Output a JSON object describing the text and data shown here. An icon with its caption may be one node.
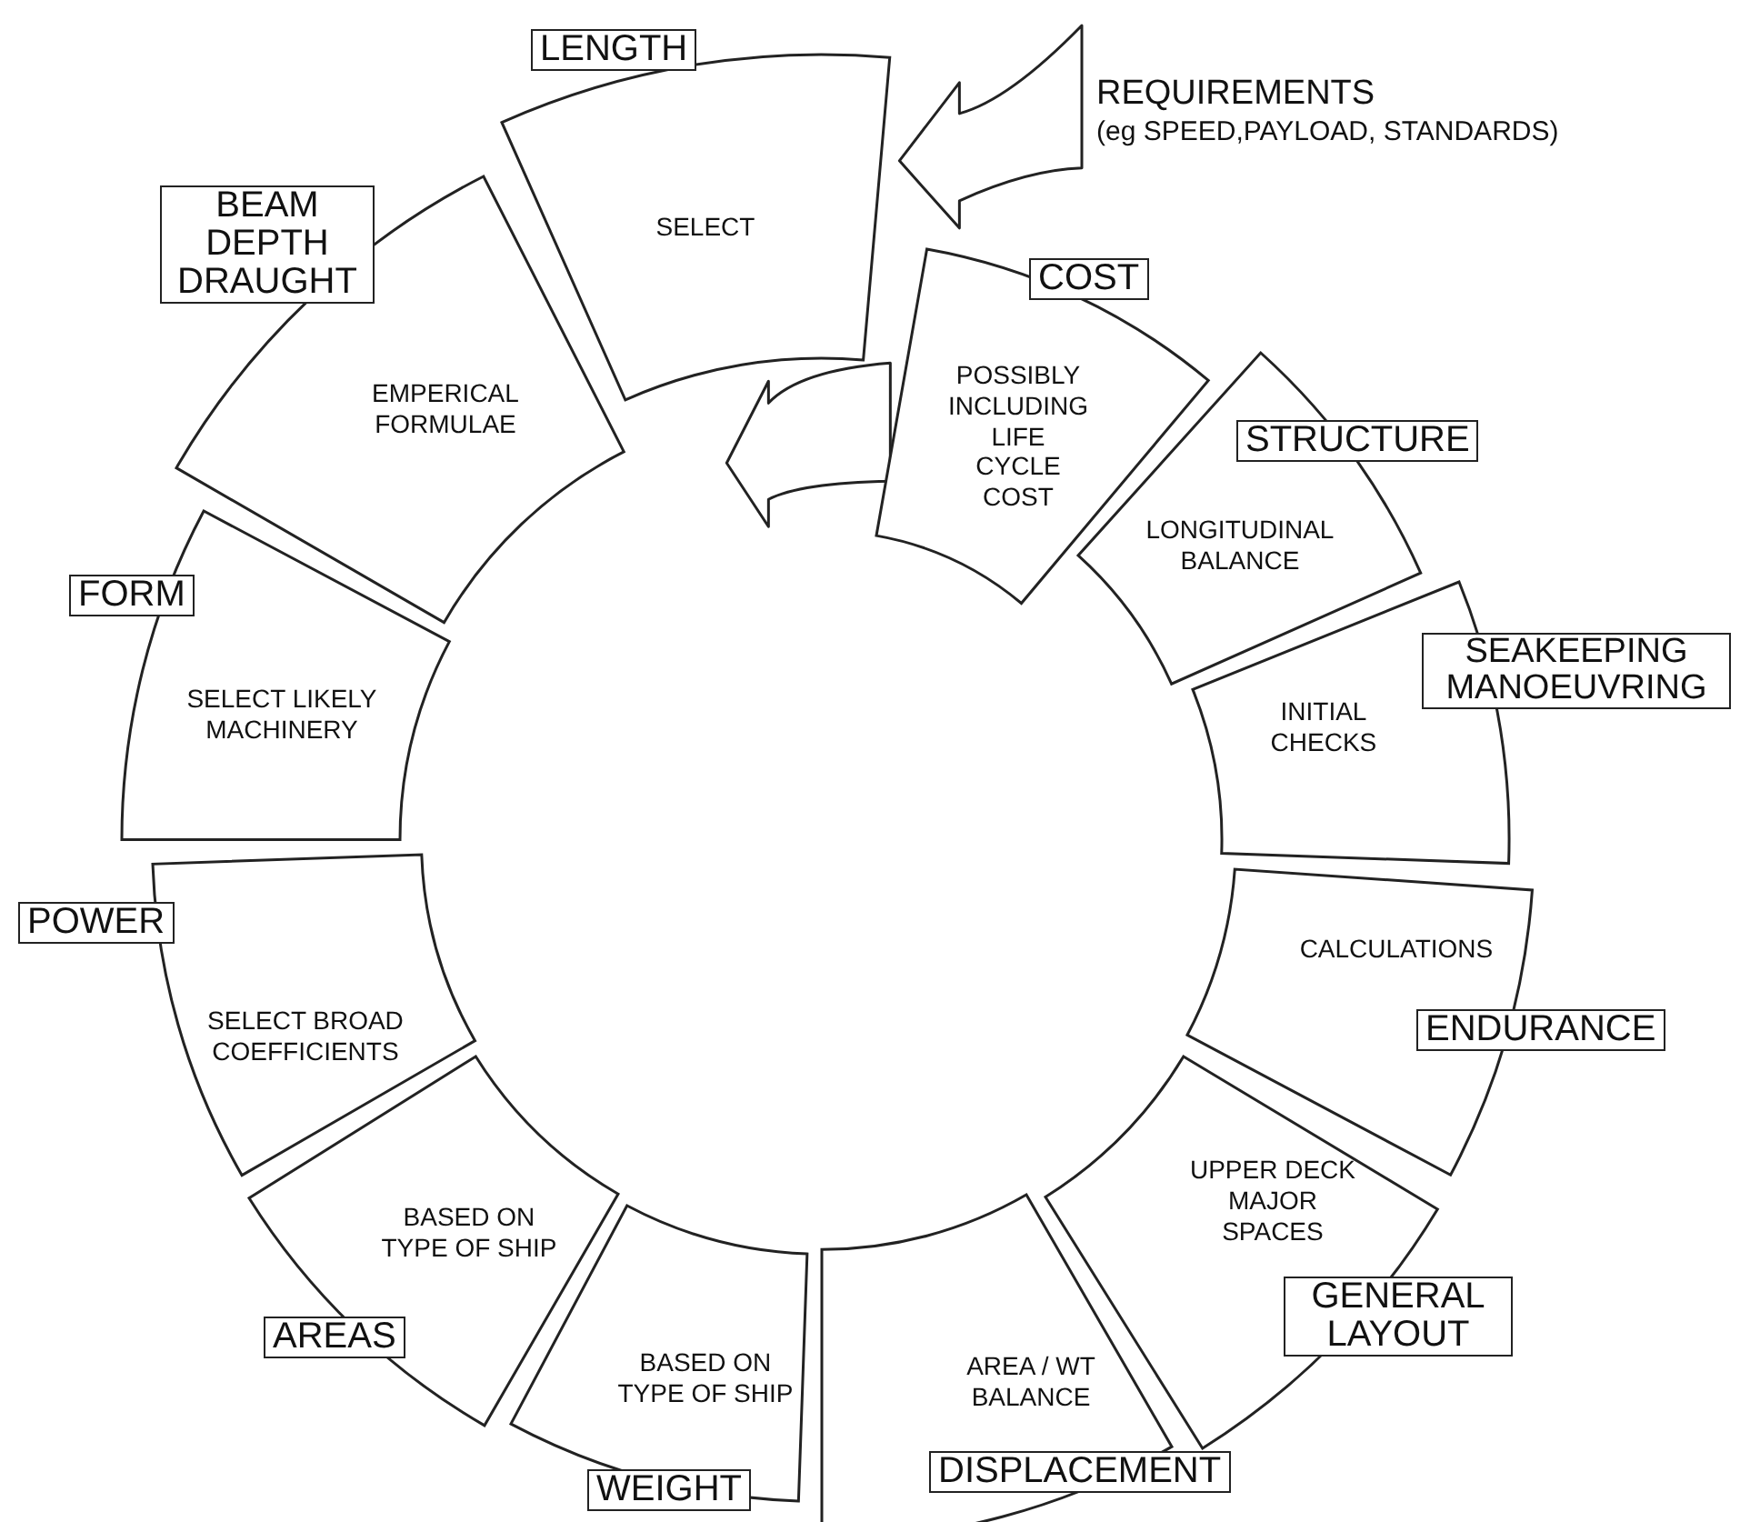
{
  "diagram": {
    "nodes": [
      {
        "text": [
          "LENGTH"
        ]
      },
      {
        "text": [
          "SELECT"
        ]
      },
      {
        "text": [
          "REQUIREMENTS",
          "(eg SPEED,PAYLOAD, STANDARDS)"
        ]
      },
      {
        "text": [
          "COST"
        ]
      },
      {
        "text": [
          "POSSIBLY INCLUDING LIFE CYCLE COST"
        ]
      },
      {
        "text": [
          "STRUCTURE"
        ]
      },
      {
        "text": [
          "LONGITUDINAL BALANCE"
        ]
      },
      {
        "text": [
          "SEAKEEPING MANOEUVRING"
        ]
      },
      {
        "text": [
          "INITIAL CHECKS"
        ]
      },
      {
        "text": [
          "CALCULATIONS"
        ]
      },
      {
        "text": [
          "ENDURANCE"
        ]
      },
      {
        "text": [
          "UPPER DECK MAJOR SPACES"
        ]
      },
      {
        "text": [
          "GENERAL LAYOUT"
        ]
      },
      {
        "text": [
          "AREA / WT BALANCE"
        ]
      },
      {
        "text": [
          "DISPLACEMENT"
        ]
      },
      {
        "text": [
          "BASED ON TYPE OF SHIP"
        ]
      },
      {
        "text": [
          "WEIGHT"
        ]
      },
      {
        "text": [
          "BASED ON TYPE OF SHIP"
        ]
      },
      {
        "text": [
          "AREAS"
        ]
      },
      {
        "text": [
          "SELECT BROAD COEFFICIENTS"
        ]
      },
      {
        "text": [
          "POWER"
        ]
      },
      {
        "text": [
          "SELECT LIKELY MACHINERY"
        ]
      },
      {
        "text": [
          "FORM"
        ]
      },
      {
        "text": [
          "EMPERICAL FORMULAE"
        ]
      },
      {
        "text": [
          "BEAM DEPTH DRAUGHT"
        ]
      }
    ],
    "edges": [
      {
        "from": 2,
        "to": 1,
        "arrow": "to"
      },
      {
        "from": 4,
        "to": null,
        "arrow": "to"
      }
    ]
  }
}
